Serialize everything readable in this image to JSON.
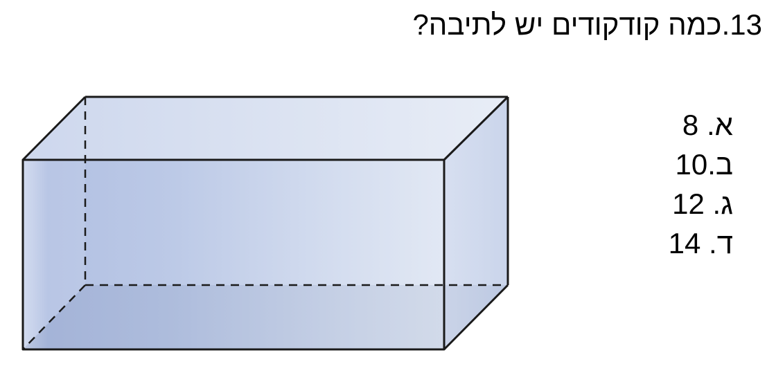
{
  "question": {
    "text": "13.כמה קודקודים יש לתיבה?"
  },
  "options": [
    {
      "text": "א. 8"
    },
    {
      "text": "ב.10"
    },
    {
      "text": "ג. 12"
    },
    {
      "text": "ד. 14"
    }
  ],
  "figure": {
    "subject": "rectangular-box",
    "face_color": "#b3c3e3",
    "edge_color": "#1a1a1a"
  }
}
